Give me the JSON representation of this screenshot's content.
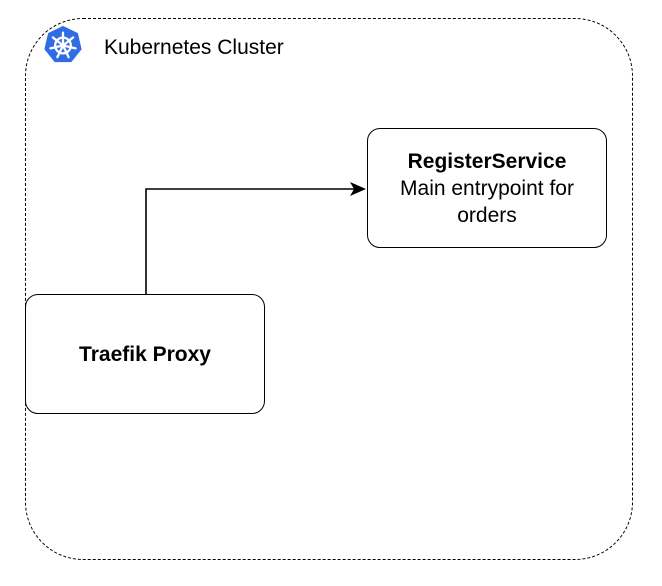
{
  "cluster": {
    "label": "Kubernetes Cluster",
    "logo_icon": "kubernetes-icon",
    "logo_color": "#326ce5"
  },
  "nodes": {
    "register_service": {
      "title": "RegisterService",
      "description_line1": "Main entrypoint for",
      "description_line2": "orders"
    },
    "traefik_proxy": {
      "title": "Traefik Proxy"
    }
  },
  "edges": [
    {
      "from": "traefik_proxy",
      "to": "register_service",
      "style": "orthogonal-arrow"
    }
  ],
  "colors": {
    "stroke": "#000000",
    "background": "#ffffff"
  }
}
